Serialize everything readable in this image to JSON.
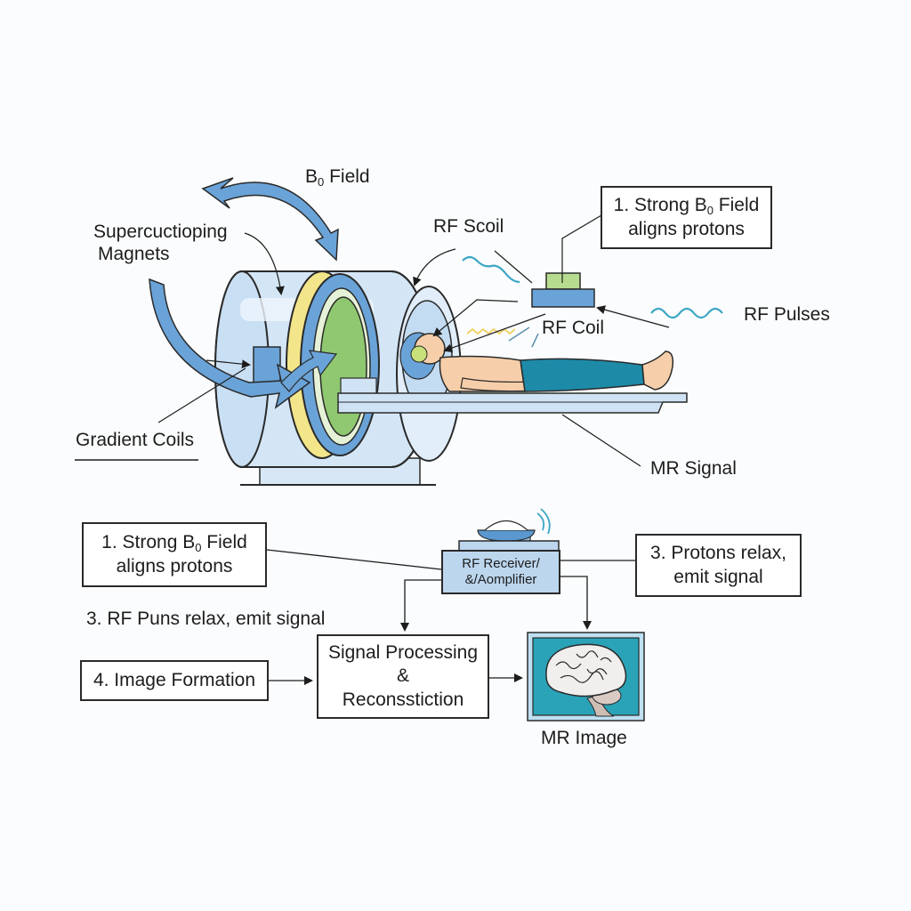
{
  "scanner_labels": {
    "b0_field": {
      "prefix": "B",
      "sub": "0",
      "suffix": " Field"
    },
    "superconducting_magnets": {
      "line1": "Supercuctioping",
      "line2": "Magnets"
    },
    "rf_scoil": "RF Scoil",
    "rf_coil": "RF Coil",
    "rf_pulses": "RF Pulses",
    "gradient_coils": "Gradient Coils",
    "mr_signal": "MR Signal",
    "top_callout": {
      "prefix": "1. Strong B",
      "sub": "0",
      "suffix": " Field",
      "line2": "aligns protons"
    }
  },
  "flowchart": {
    "step1": {
      "prefix": "1. Strong B",
      "sub": "0",
      "suffix": " Field",
      "line2": "aligns protons"
    },
    "step3_left": "3. RF Puns relax, emit signal",
    "rf_receiver": {
      "line1": "RF Receiver/",
      "line2": "&/Aomplifier"
    },
    "step3_right": {
      "line1": "3. Protons relax,",
      "line2": "emit signal"
    },
    "step4": "4. Image Formation",
    "processing": {
      "line1": "Signal Processing",
      "line2": "&",
      "line3": "Reconsstiction"
    },
    "mr_image": "MR Image"
  },
  "colors": {
    "magnet_blue": "#cfe3f5",
    "arrow_blue": "#6aa3d8",
    "ring_yellow": "#f3e58a",
    "ring_green": "#8fc870",
    "pants_teal": "#1d8aa8",
    "skin": "#f6cfaa",
    "screen_teal": "#2aa3b8"
  }
}
